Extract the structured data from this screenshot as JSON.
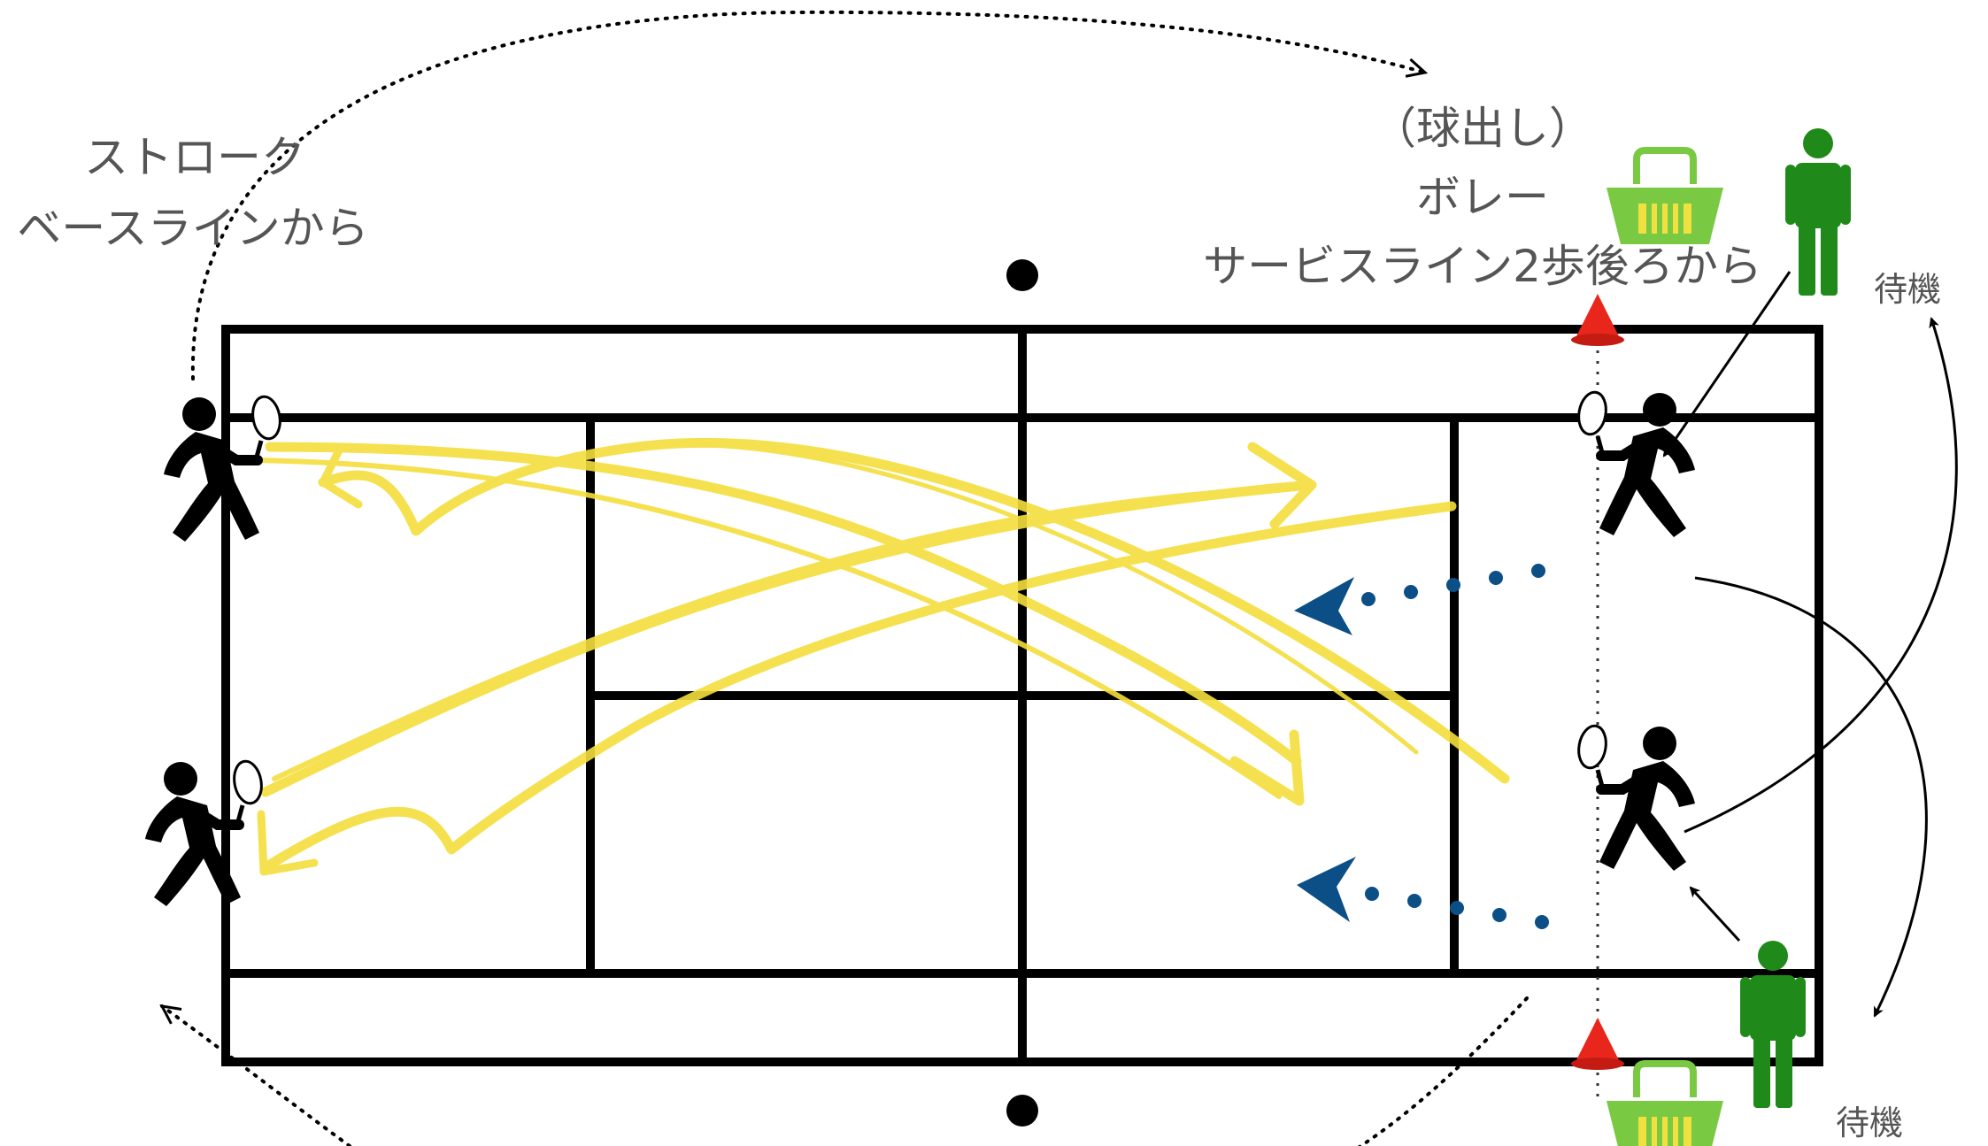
{
  "labels": {
    "stroke_title": "ストローク",
    "stroke_sub": "ベースラインから",
    "feed_title": "（球出し）",
    "feed_volley": "ボレー",
    "feed_sub": "サービスライン2歩後ろから",
    "wait_top": "待機",
    "wait_bottom": "待機"
  },
  "colors": {
    "court_line": "#000000",
    "ball_path": "#f5de3c",
    "volley_arrow": "#0b4f86",
    "cone": "#e8261b",
    "waiting_person": "#1f8a1a",
    "basket": "#7ac943",
    "text": "#555555"
  },
  "icons": {
    "stroke_players": "tennis-player-icon",
    "volley_players": "tennis-player-icon",
    "waiting": "standing-person-icon",
    "basket": "ball-basket-icon",
    "cone": "cone-icon",
    "position_dot": "dot-icon"
  }
}
